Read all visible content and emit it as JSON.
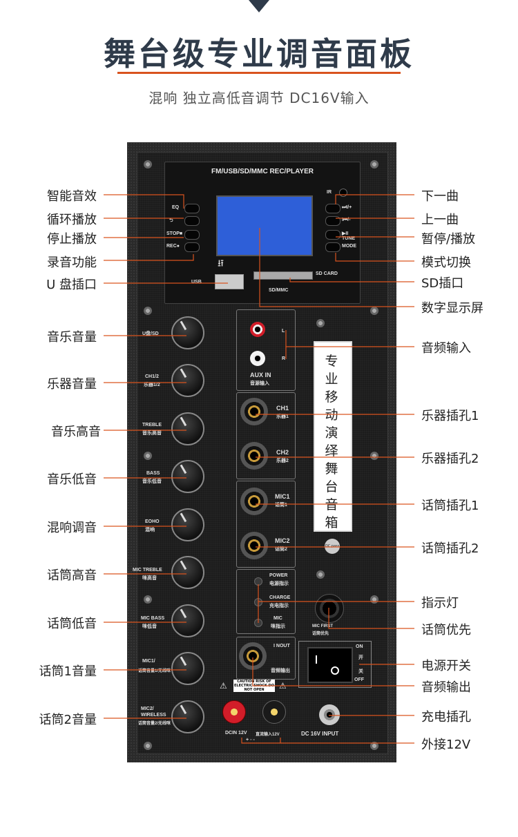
{
  "header": {
    "title": "舞台级专业调音面板",
    "subtitle": "混响 独立高低音调节 DC16V输入"
  },
  "player": {
    "title": "FM/USB/SD/MMC REC/PLAYER",
    "left_buttons": [
      "EQ",
      "⮌",
      "STOP■",
      "REC●"
    ],
    "right_buttons": [
      "⏭I/+",
      "I⏮/-",
      "▶II\nTUNE",
      "MODE"
    ],
    "ir_label": "IR",
    "usb_label": "USB",
    "sd_card_label": "SD CARD",
    "sd_mmc_label": "SD/MMC"
  },
  "knobs": [
    {
      "en": "U盘/SD",
      "zh": ""
    },
    {
      "en": "CH1/2",
      "zh": "乐器1/2"
    },
    {
      "en": "TREBLE",
      "zh": "音乐高音"
    },
    {
      "en": "BASS",
      "zh": "音乐低音"
    },
    {
      "en": "EOHO",
      "zh": "混响"
    },
    {
      "en": "MIC TREBLE",
      "zh": "咪高音"
    },
    {
      "en": "MIC BASS",
      "zh": "咪低音"
    },
    {
      "en": "MIC1/",
      "zh": "话筒音量1/无线咪"
    },
    {
      "en": "MIC2/ WIRELESS",
      "zh": "话筒音量2/无线咪"
    }
  ],
  "aux": {
    "l": "L",
    "r": "R",
    "label": "AUX IN",
    "zh": "音源输入"
  },
  "jacks": [
    {
      "en": "CH1",
      "zh": "乐器1"
    },
    {
      "en": "CH2",
      "zh": "乐器2"
    },
    {
      "en": "MIC1",
      "zh": "话筒1"
    },
    {
      "en": "MIC2",
      "zh": "话筒2"
    }
  ],
  "indicators": [
    {
      "en": "POWER",
      "zh": "电源指示"
    },
    {
      "en": "CHARGE",
      "zh": "充电指示"
    },
    {
      "en": "MIC",
      "zh": "咪指示"
    }
  ],
  "vertical_label": "专业移动演绎舞台音箱",
  "cert_label": "QC pass",
  "mic_first": {
    "en": "MIC FIRST",
    "zh": "话筒优先"
  },
  "line_out": {
    "en": "I NOUT",
    "zh": "音频输出"
  },
  "power_switch": {
    "on": "ON",
    "on_zh": "开",
    "off": "OFF",
    "off_zh": "关"
  },
  "caution": "CAUTION RISK OF ELECTRIC SHOCK DO NOT OPEN",
  "dc_in": {
    "label": "DCIN 12V",
    "zh": "直流输入12V",
    "polarity": "+ ◦ -"
  },
  "dc_input": "DC 16V INPUT",
  "callouts_left": [
    "智能音效",
    "循环播放",
    "停止播放",
    "录音功能",
    "U 盘插口",
    "音乐音量",
    "乐器音量",
    "音乐高音",
    "音乐低音",
    "混响调音",
    "话筒高音",
    "话筒低音",
    "话筒1音量",
    "话筒2音量"
  ],
  "callouts_right": [
    "下一曲",
    "上一曲",
    "暂停/播放",
    "模式切换",
    "SD插口",
    "数字显示屏",
    "音频输入",
    "乐器插孔1",
    "乐器插孔2",
    "话筒插孔1",
    "话筒插孔2",
    "指示灯",
    "话筒优先",
    "电源开关",
    "音频输出",
    "充电插孔",
    "外接12V"
  ],
  "colors": {
    "accent": "#d9531e",
    "title": "#2f3b4a",
    "lcd": "#2e5fd8"
  }
}
